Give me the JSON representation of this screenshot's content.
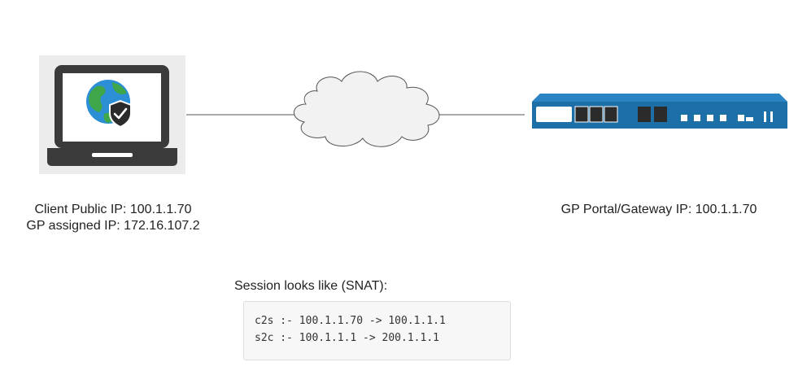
{
  "client": {
    "public_ip_label": "Client Public IP: 100.1.1.70",
    "assigned_ip_label": "GP assigned IP: 172.16.107.2",
    "icon": "laptop-with-globe-shield-icon"
  },
  "network": {
    "icon": "cloud-icon"
  },
  "gateway": {
    "label": "GP Portal/Gateway IP: 100.1.1.70",
    "icon": "firewall-appliance-icon",
    "color": "#1d6fa8"
  },
  "session": {
    "title": "Session looks like (SNAT):",
    "lines": [
      "c2s :- 100.1.1.70 -> 100.1.1.1",
      "s2c :- 100.1.1.1 -> 200.1.1.1"
    ]
  }
}
